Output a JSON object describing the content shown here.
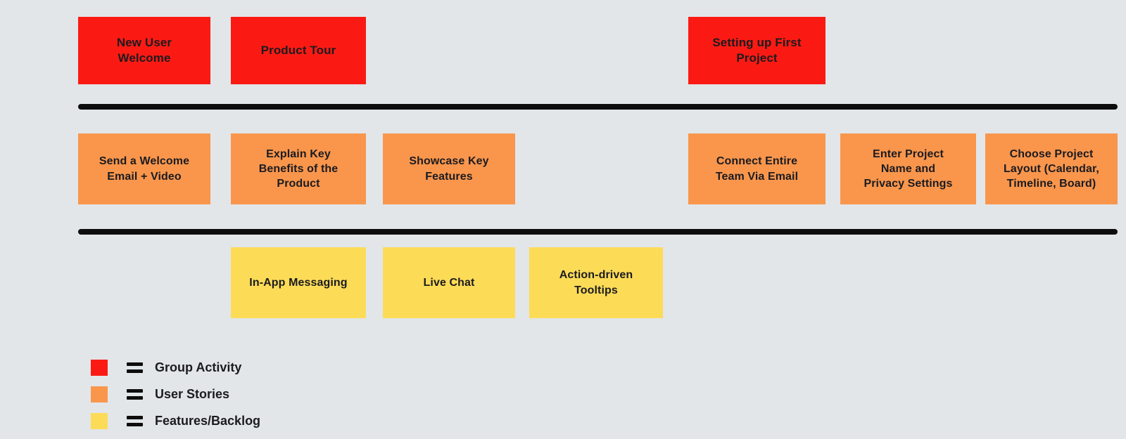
{
  "colors": {
    "background": "#E2E6E9",
    "group_activity": "#FB1A13",
    "user_stories": "#F9964C",
    "features_backlog": "#FCDB57",
    "divider": "#0D0D0D",
    "text": "#1B1B20"
  },
  "activity_row": {
    "cards": [
      {
        "label": "New User\nWelcome"
      },
      {
        "label": "Product Tour"
      },
      {
        "label": "Setting up First\nProject"
      }
    ]
  },
  "story_row": {
    "cards": [
      {
        "label": "Send a Welcome\nEmail + Video"
      },
      {
        "label": "Explain Key\nBenefits of the\nProduct"
      },
      {
        "label": "Showcase Key\nFeatures"
      },
      {
        "label": "Connect Entire\nTeam Via Email"
      },
      {
        "label": "Enter Project\nName and\nPrivacy Settings"
      },
      {
        "label": "Choose Project\nLayout (Calendar,\nTimeline, Board)"
      }
    ]
  },
  "feature_row": {
    "cards": [
      {
        "label": "In-App Messaging"
      },
      {
        "label": "Live Chat"
      },
      {
        "label": "Action-driven\nTooltips"
      }
    ]
  },
  "legend": {
    "items": [
      {
        "label": "Group Activity",
        "color_key": "group_activity"
      },
      {
        "label": "User Stories",
        "color_key": "user_stories"
      },
      {
        "label": "Features/Backlog",
        "color_key": "features_backlog"
      }
    ]
  }
}
